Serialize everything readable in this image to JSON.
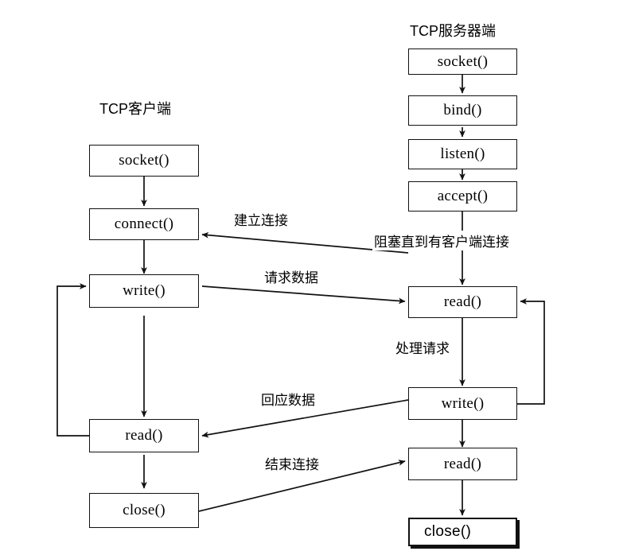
{
  "diagram": {
    "title_client": "TCP客户端",
    "title_server": "TCP服务器端",
    "client_nodes": [
      {
        "id": "client-socket",
        "label": "socket()"
      },
      {
        "id": "client-connect",
        "label": "connect()"
      },
      {
        "id": "client-write",
        "label": "write()"
      },
      {
        "id": "client-read",
        "label": "read()"
      },
      {
        "id": "client-close",
        "label": "close()"
      }
    ],
    "server_nodes": [
      {
        "id": "server-socket",
        "label": "socket()"
      },
      {
        "id": "server-bind",
        "label": "bind()"
      },
      {
        "id": "server-listen",
        "label": "listen()"
      },
      {
        "id": "server-accept",
        "label": "accept()"
      },
      {
        "id": "server-read1",
        "label": "read()"
      },
      {
        "id": "server-write",
        "label": "write()"
      },
      {
        "id": "server-read2",
        "label": "read()"
      },
      {
        "id": "server-close",
        "label": "close()"
      }
    ],
    "edge_labels": [
      {
        "id": "edge-establish",
        "label": "建立连接"
      },
      {
        "id": "edge-block",
        "label": "阻塞直到有客户端连接"
      },
      {
        "id": "edge-request",
        "label": "请求数据"
      },
      {
        "id": "edge-process",
        "label": "处理请求"
      },
      {
        "id": "edge-response",
        "label": "回应数据"
      },
      {
        "id": "edge-terminate",
        "label": "结束连接"
      }
    ],
    "colors": {
      "stroke": "#111111",
      "background": "#ffffff",
      "text": "#000000"
    }
  }
}
